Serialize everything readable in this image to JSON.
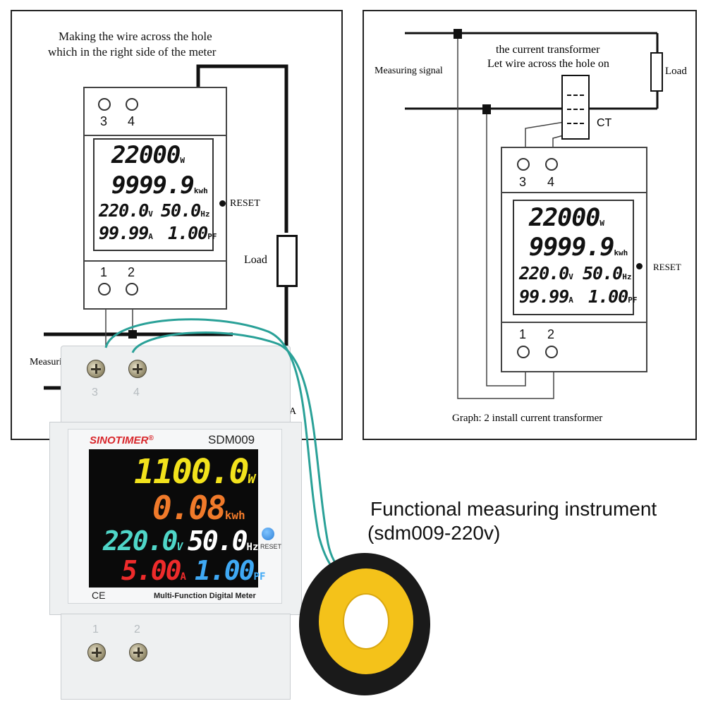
{
  "left_diagram": {
    "caption_line1": "Making the wire across the hole",
    "caption_line2": "which in the right side of the meter",
    "terminal_3": "3",
    "terminal_4": "4",
    "terminal_1": "1",
    "terminal_2": "2",
    "reset_label": "RESET",
    "load_label": "Load",
    "measuring_label": "Measurin",
    "partial_label": "A",
    "display": {
      "power": "22000",
      "power_unit": "W",
      "energy": "9999.9",
      "energy_unit": "kwh",
      "voltage": "220.0",
      "voltage_unit": "V",
      "frequency": "50.0",
      "frequency_unit": "Hz",
      "current": "99.99",
      "current_unit": "A",
      "pf": "1.00",
      "pf_unit": "PF"
    }
  },
  "right_diagram": {
    "measuring_signal": "Measuring signal",
    "ct_line1": "the current transformer",
    "ct_line2": "Let wire across the hole on",
    "ct_label": "CT",
    "load_label": "Load",
    "reset_label": "RESET",
    "terminal_3": "3",
    "terminal_4": "4",
    "terminal_1": "1",
    "terminal_2": "2",
    "graph_caption": "Graph: 2 install current transformer",
    "display": {
      "power": "22000",
      "power_unit": "W",
      "energy": "9999.9",
      "energy_unit": "kwh",
      "voltage": "220.0",
      "voltage_unit": "V",
      "frequency": "50.0",
      "frequency_unit": "Hz",
      "current": "99.99",
      "current_unit": "A",
      "pf": "1.00",
      "pf_unit": "PF"
    }
  },
  "device": {
    "brand": "SINOTIMER",
    "registered": "®",
    "model": "SDM009",
    "terminal_3": "3",
    "terminal_4": "4",
    "terminal_1": "1",
    "terminal_2": "2",
    "ce_mark": "CE",
    "footer_label": "Multi-Function Digital Meter",
    "reset_label": "RESET",
    "display": {
      "power": "1100.0",
      "power_unit": "W",
      "energy": "0.08",
      "energy_unit": "kwh",
      "voltage": "220.0",
      "voltage_unit": "V",
      "frequency": "50.0",
      "frequency_unit": "Hz",
      "current": "5.00",
      "current_unit": "A",
      "pf": "1.00",
      "pf_unit": "PF"
    },
    "colors": {
      "power": "#f2e21c",
      "energy": "#f07a2a",
      "voltage": "#4fd6c8",
      "frequency": "#ffffff",
      "current": "#ee2b2b",
      "pf": "#3fa9f5",
      "brand": "#d8262b",
      "ct_ring": "#f4c21a",
      "wire": "#2aa198"
    }
  },
  "product_title_line1": "Functional measuring instrument",
  "product_title_line2": "(sdm009-220v)"
}
